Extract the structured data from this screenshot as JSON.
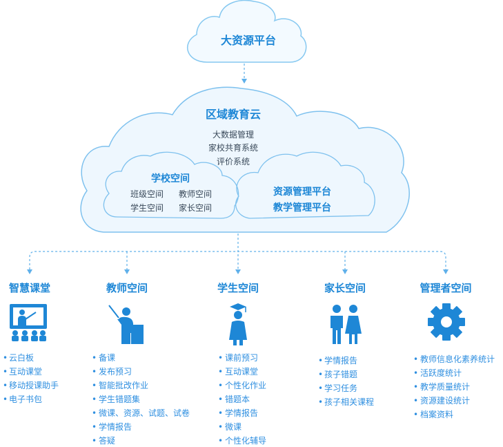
{
  "top_cloud": {
    "title": "大资源平台"
  },
  "edu_cloud": {
    "title": "区域教育云",
    "lines": [
      "大数据管理",
      "家校共育系统",
      "评价系统"
    ]
  },
  "school_space": {
    "title": "学校空间",
    "items": [
      "班级空间",
      "教师空间",
      "学生空间",
      "家长空间"
    ]
  },
  "platforms": [
    "资源管理平台",
    "教学管理平台"
  ],
  "columns": [
    {
      "title": "智慧课堂",
      "icon": "smart-classroom-icon",
      "items": [
        "云白板",
        "互动课堂",
        "移动授课助手",
        "电子书包"
      ]
    },
    {
      "title": "教师空间",
      "icon": "teacher-icon",
      "items": [
        "备课",
        "发布预习",
        "智能批改作业",
        "学生错题集",
        "微课、资源、试题、试卷",
        "学情报告",
        "答疑"
      ]
    },
    {
      "title": "学生空间",
      "icon": "student-graduate-icon",
      "items": [
        "课前预习",
        "互动课堂",
        "个性化作业",
        "错题本",
        "学情报告",
        "微课",
        "个性化辅导"
      ]
    },
    {
      "title": "家长空间",
      "icon": "parents-icon",
      "items": [
        "学情报告",
        "孩子错题",
        "学习任务",
        "孩子相关课程"
      ]
    },
    {
      "title": "管理者空间",
      "icon": "gear-icon",
      "items": [
        "教师信息化素养统计",
        "活跃度统计",
        "教学质量统计",
        "资源建设统计",
        "档案资料"
      ]
    }
  ],
  "colors": {
    "primary": "#1e87d6",
    "stroke": "#7ec1ee",
    "fill": "#eef7fe"
  }
}
